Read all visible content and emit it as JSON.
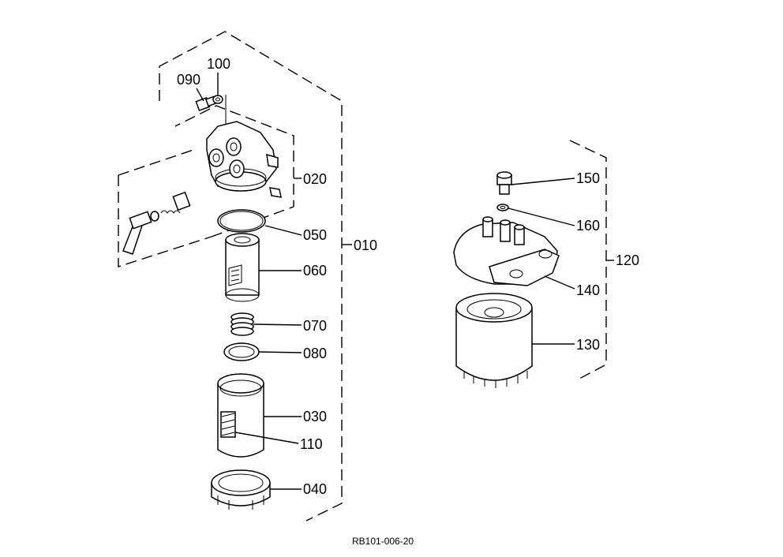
{
  "labels": {
    "p010": "010",
    "p020": "020",
    "p030": "030",
    "p040": "040",
    "p050": "050",
    "p060": "060",
    "p070": "070",
    "p080": "080",
    "p090": "090",
    "p100": "100",
    "p110": "110",
    "p120": "120",
    "p130": "130",
    "p140": "140",
    "p150": "150",
    "p160": "160"
  },
  "drawing_code": "RB101-006-20"
}
